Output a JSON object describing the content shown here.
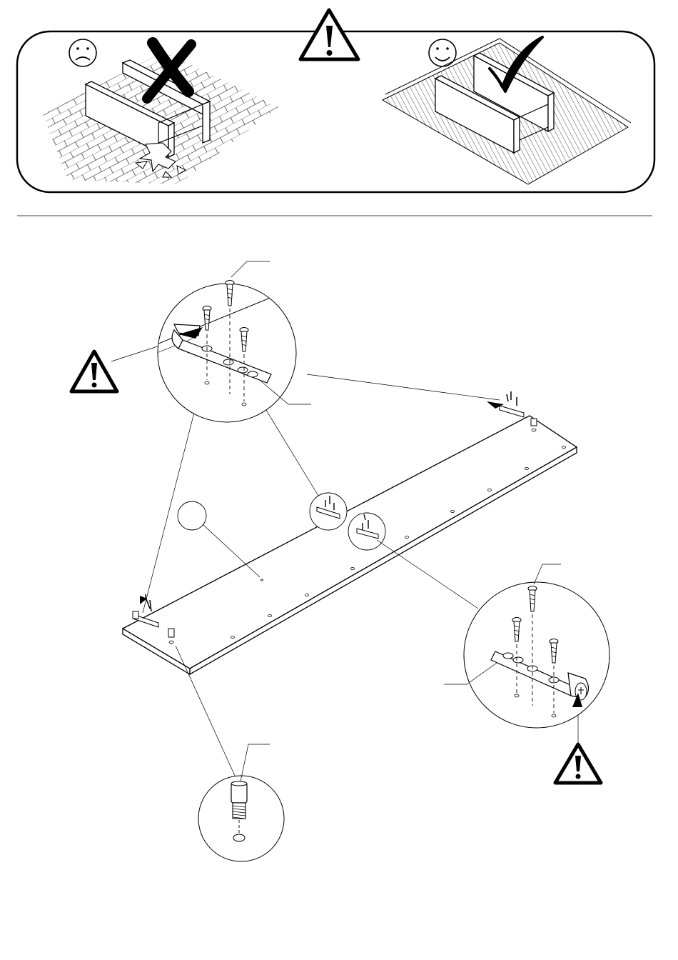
{
  "page": {
    "title": "",
    "colors": {
      "ink": "#000000",
      "paper": "#ffffff"
    }
  },
  "banner": {
    "wrong_example": {
      "face_icon": "sad-face-icon",
      "mark_icon": "cross-mark-icon"
    },
    "right_example": {
      "face_icon": "happy-face-icon",
      "mark_icon": "check-mark-icon"
    },
    "warning_icon": "warning-triangle-icon"
  },
  "diagram": {
    "part_label": "",
    "detail_callouts": [
      "bracket-top-detail",
      "bracket-bottom-detail",
      "dowel-detail"
    ],
    "warning_icon": "warning-triangle-icon"
  }
}
